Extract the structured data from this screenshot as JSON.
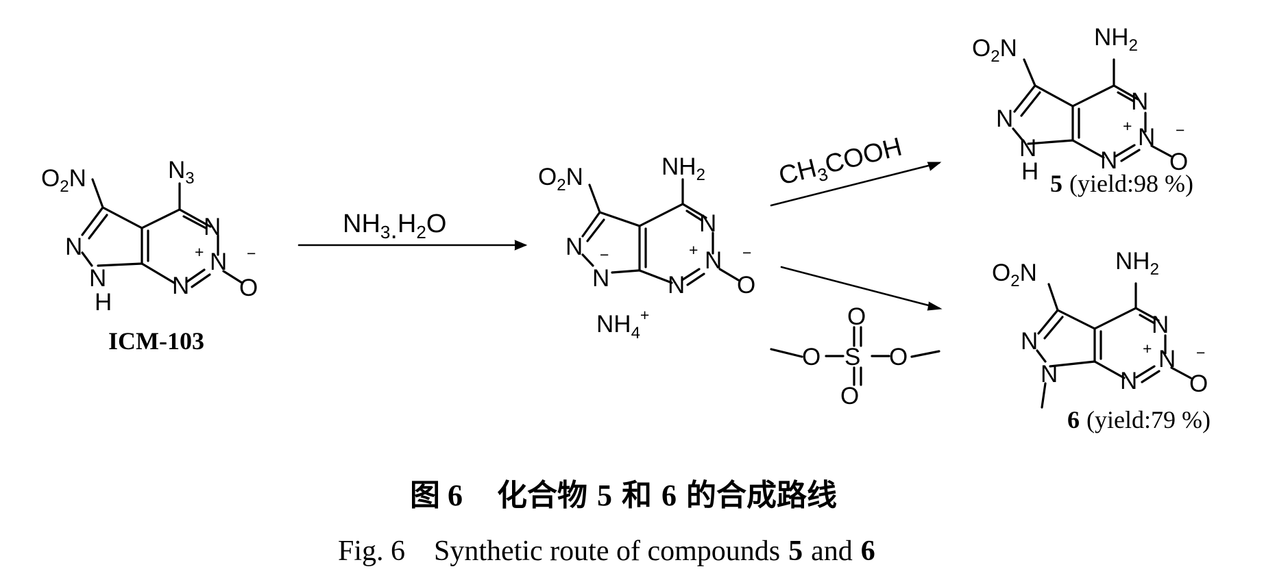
{
  "compounds": {
    "icm103": {
      "label": "ICM-103"
    },
    "salt": {
      "counterion": "NH",
      "counterion_sub": "4",
      "counterion_sup": "+"
    },
    "c5": {
      "number": "5",
      "yield_text": "(yield:98 %)"
    },
    "c6": {
      "number": "6",
      "yield_text": "(yield:79 %)"
    }
  },
  "reagents": {
    "step1": {
      "a": "NH",
      "a_sub": "3",
      "dot": ".",
      "b": "H",
      "b_sub": "2",
      "c": "O"
    },
    "step2a": {
      "a": "CH",
      "a_sub": "3",
      "b": "COOH"
    },
    "step2b": {
      "atom_o": "O",
      "atom_s": "S"
    }
  },
  "atoms": {
    "n": "N",
    "o": "O",
    "h": "H",
    "nh": "NH",
    "o2n": "O",
    "o2n_sub": "2",
    "o2n_n": "N",
    "n3": "N",
    "n3_sub": "3",
    "nh2": "NH",
    "nh2_sub": "2",
    "plus": "+",
    "minus": "−"
  },
  "caption": {
    "cn_prefix": "图 6",
    "cn_text_a": "化合物",
    "cn_num_a": "5",
    "cn_text_b": "和",
    "cn_num_b": "6",
    "cn_text_c": "的合成路线",
    "en_prefix": "Fig. 6",
    "en_text": "Synthetic route of compounds",
    "en_num_a": "5",
    "en_and": "and",
    "en_num_b": "6"
  }
}
